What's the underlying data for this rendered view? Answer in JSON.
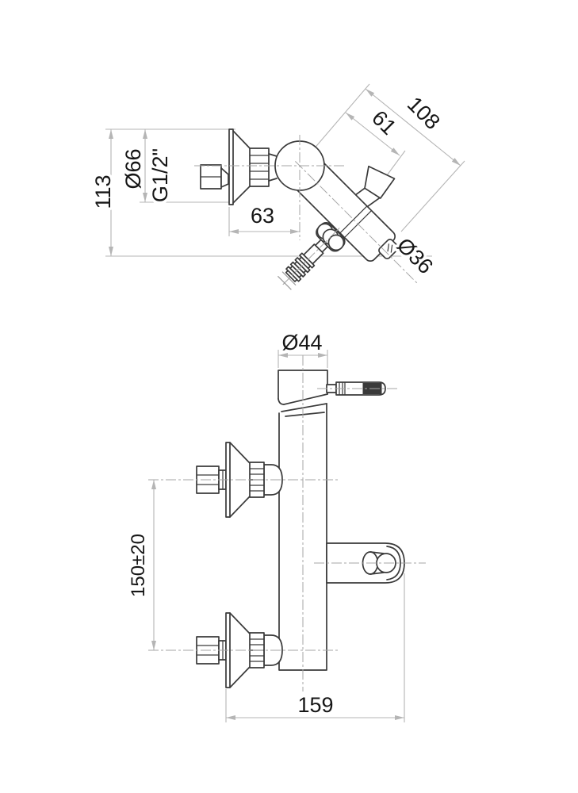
{
  "drawing": {
    "background": "#ffffff",
    "line_color": "#3a3a3a",
    "dim_color": "#b5b5b5",
    "centerline_color": "#a6a6a6",
    "text_color": "#161616",
    "top_view": {
      "dims": {
        "height": "113",
        "flange_diameter": "Ø66",
        "thread_size": "G1/2\"",
        "wall_to_center": "63",
        "center_to_handle": "61",
        "center_to_end": "108",
        "end_diameter": "Ø36"
      }
    },
    "front_view": {
      "dims": {
        "head_diameter": "Ø44",
        "inlet_spacing": "150±20",
        "overall_width": "159"
      }
    }
  }
}
